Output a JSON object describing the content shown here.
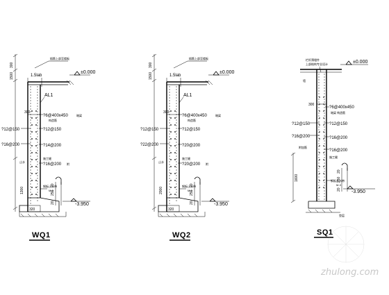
{
  "wq1": {
    "title": "WQ1",
    "dim_top": "300",
    "dim_1500": "1500",
    "dim_lap": "1.5lab",
    "elev_top": "±0.000",
    "beam": "AL1",
    "dim_300": "300",
    "bar_beam": "?6@400x450",
    "bar_1": "?12@150",
    "bar_2": "?12@150",
    "bar_3": "?16@200",
    "bar_4": "?14@200",
    "bar_5": "?16@200",
    "dim_1300": "1300",
    "dim_20": "20",
    "dim_250": "250",
    "dim_20b": "20",
    "elev_bottom": "-3.950",
    "dim_320": "320"
  },
  "wq2": {
    "title": "WQ2",
    "dim_top": "300",
    "dim_1500": "1500",
    "dim_lap": "1.5lab",
    "elev_top": "±0.000",
    "beam": "AL1",
    "dim_300": "300",
    "bar_beam": "?6@400x450",
    "bar_1": "?12@150",
    "bar_2": "?12@150",
    "bar_3": "?22@200",
    "bar_4": "?20@200",
    "bar_5": "?20@200",
    "dim_2000": "2000",
    "dim_20": "20",
    "dim_250": "250",
    "dim_20b": "20",
    "elev_bottom": "-3.950",
    "dim_320": "320"
  },
  "sq1": {
    "title": "SQ1",
    "elev_top": "±0.000",
    "dim_300": "300",
    "bar_beam": "?6@400x450",
    "bar_1": "?12@150",
    "bar_2": "?12@150",
    "bar_3": "?16@200",
    "bar_4": "?16@200",
    "bar_5": "?16@200",
    "dim_1600": "1600",
    "dim_20": "20",
    "dim_250": "250",
    "dim_20b": "20",
    "elev_bottom": "-3.950"
  },
  "watermark": "zhulong.com"
}
